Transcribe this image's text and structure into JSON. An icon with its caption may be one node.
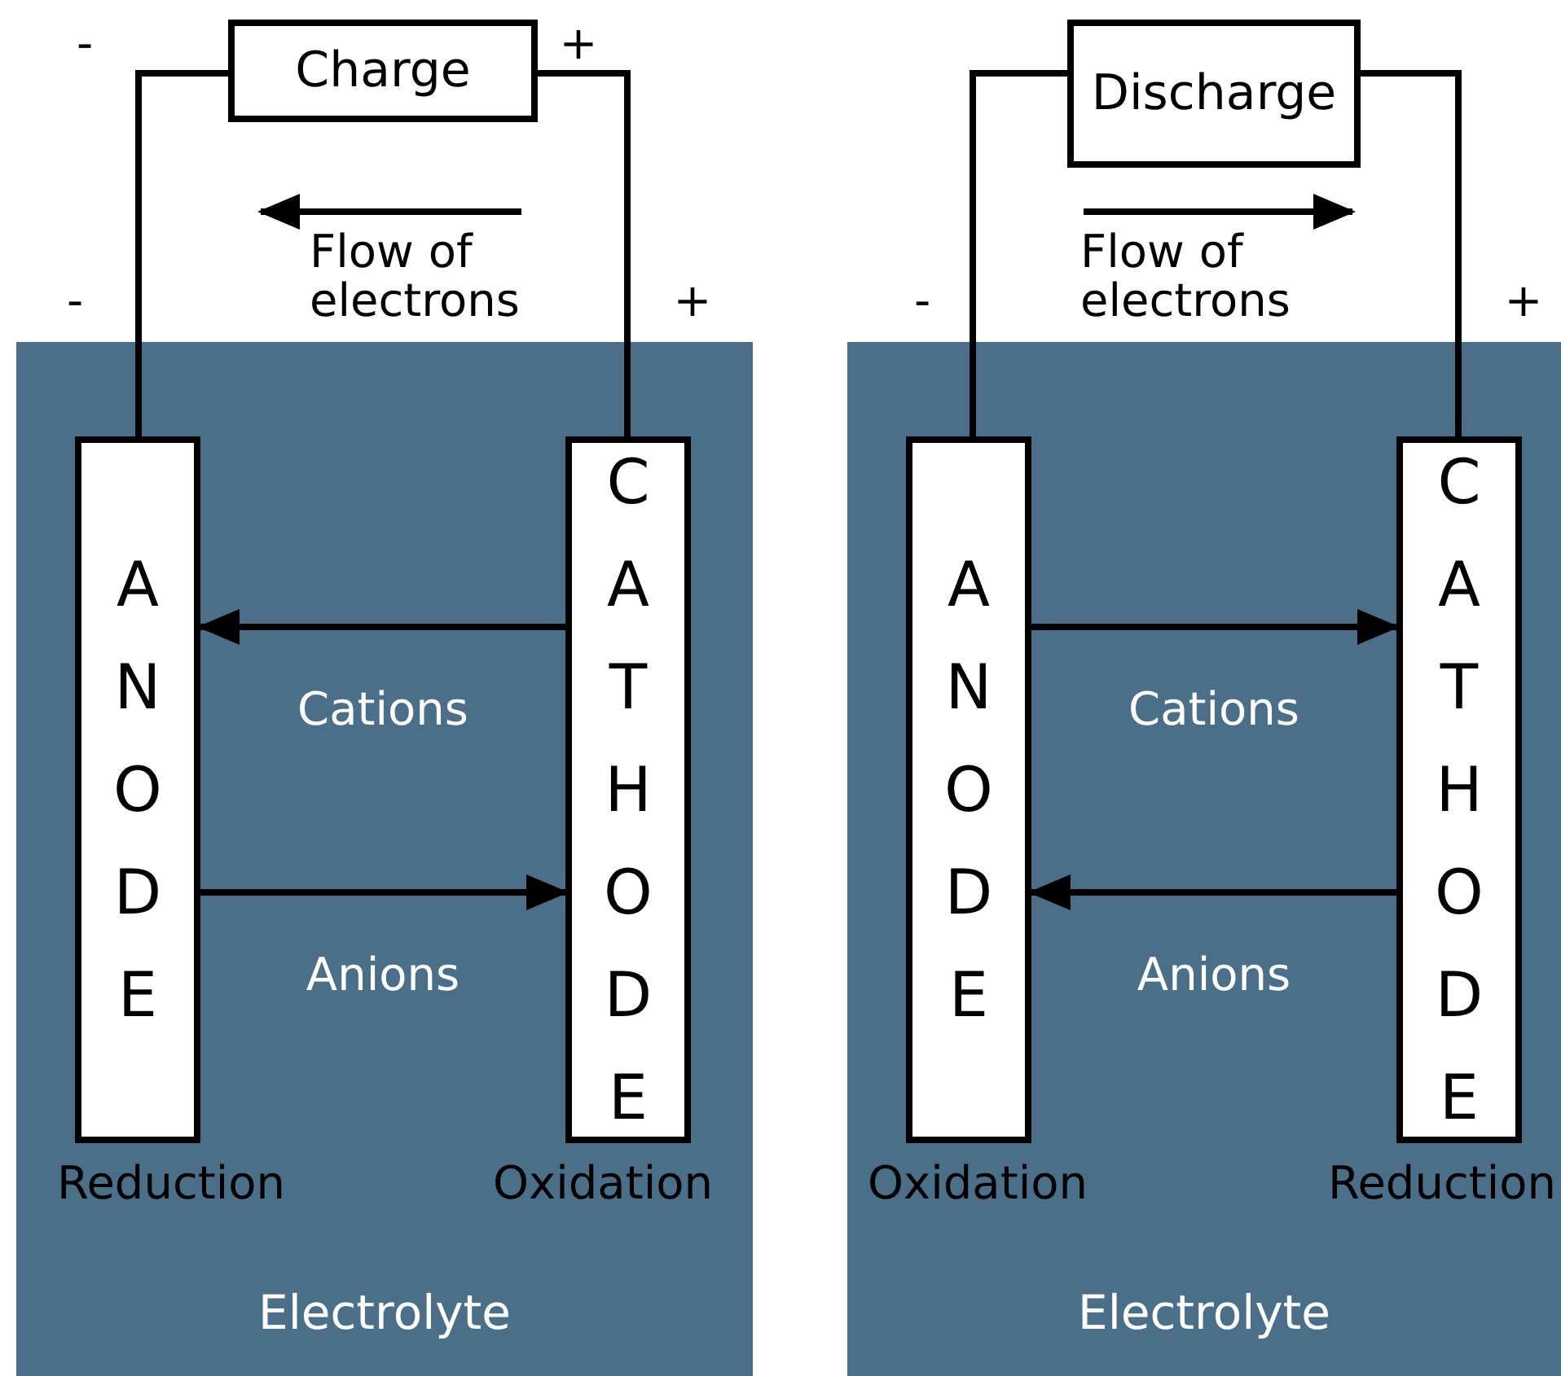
{
  "diagram": {
    "nodes": [
      {
        "text": [
          "Electrolyte"
        ]
      },
      {
        "text": [
          "Charge"
        ]
      },
      {
        "text": [
          "ANODE"
        ],
        "in": 0,
        "beside": [
          "Reduction"
        ]
      },
      {
        "text": [
          "CATHODE"
        ],
        "in": 0,
        "beside": [
          "Oxidation"
        ]
      },
      {
        "text": [
          "Electrolyte"
        ]
      },
      {
        "text": [
          "Discharge"
        ]
      },
      {
        "text": [
          "ANODE"
        ],
        "in": 4,
        "beside": [
          "Oxidation"
        ]
      },
      {
        "text": [
          "CATHODE"
        ],
        "in": 4,
        "beside": [
          "Reduction"
        ]
      }
    ],
    "edges": [
      {
        "from": 2,
        "to": 1,
        "arrow": "none"
      },
      {
        "from": 1,
        "to": 3,
        "arrow": "none"
      },
      {
        "from": 3,
        "to": 2,
        "arrow": "to",
        "label": "Cations"
      },
      {
        "from": 2,
        "to": 3,
        "arrow": "to",
        "label": "Anions"
      },
      {
        "from": 6,
        "to": 5,
        "arrow": "none"
      },
      {
        "from": 5,
        "to": 7,
        "arrow": "none"
      },
      {
        "from": 6,
        "to": 7,
        "arrow": "to",
        "label": "Cations"
      },
      {
        "from": 7,
        "to": 6,
        "arrow": "to",
        "label": "Anions"
      }
    ],
    "labels": [
      "-",
      "+",
      "Flow of electrons",
      "Flow of electrons",
      "-",
      "+",
      "-",
      "+"
    ]
  }
}
